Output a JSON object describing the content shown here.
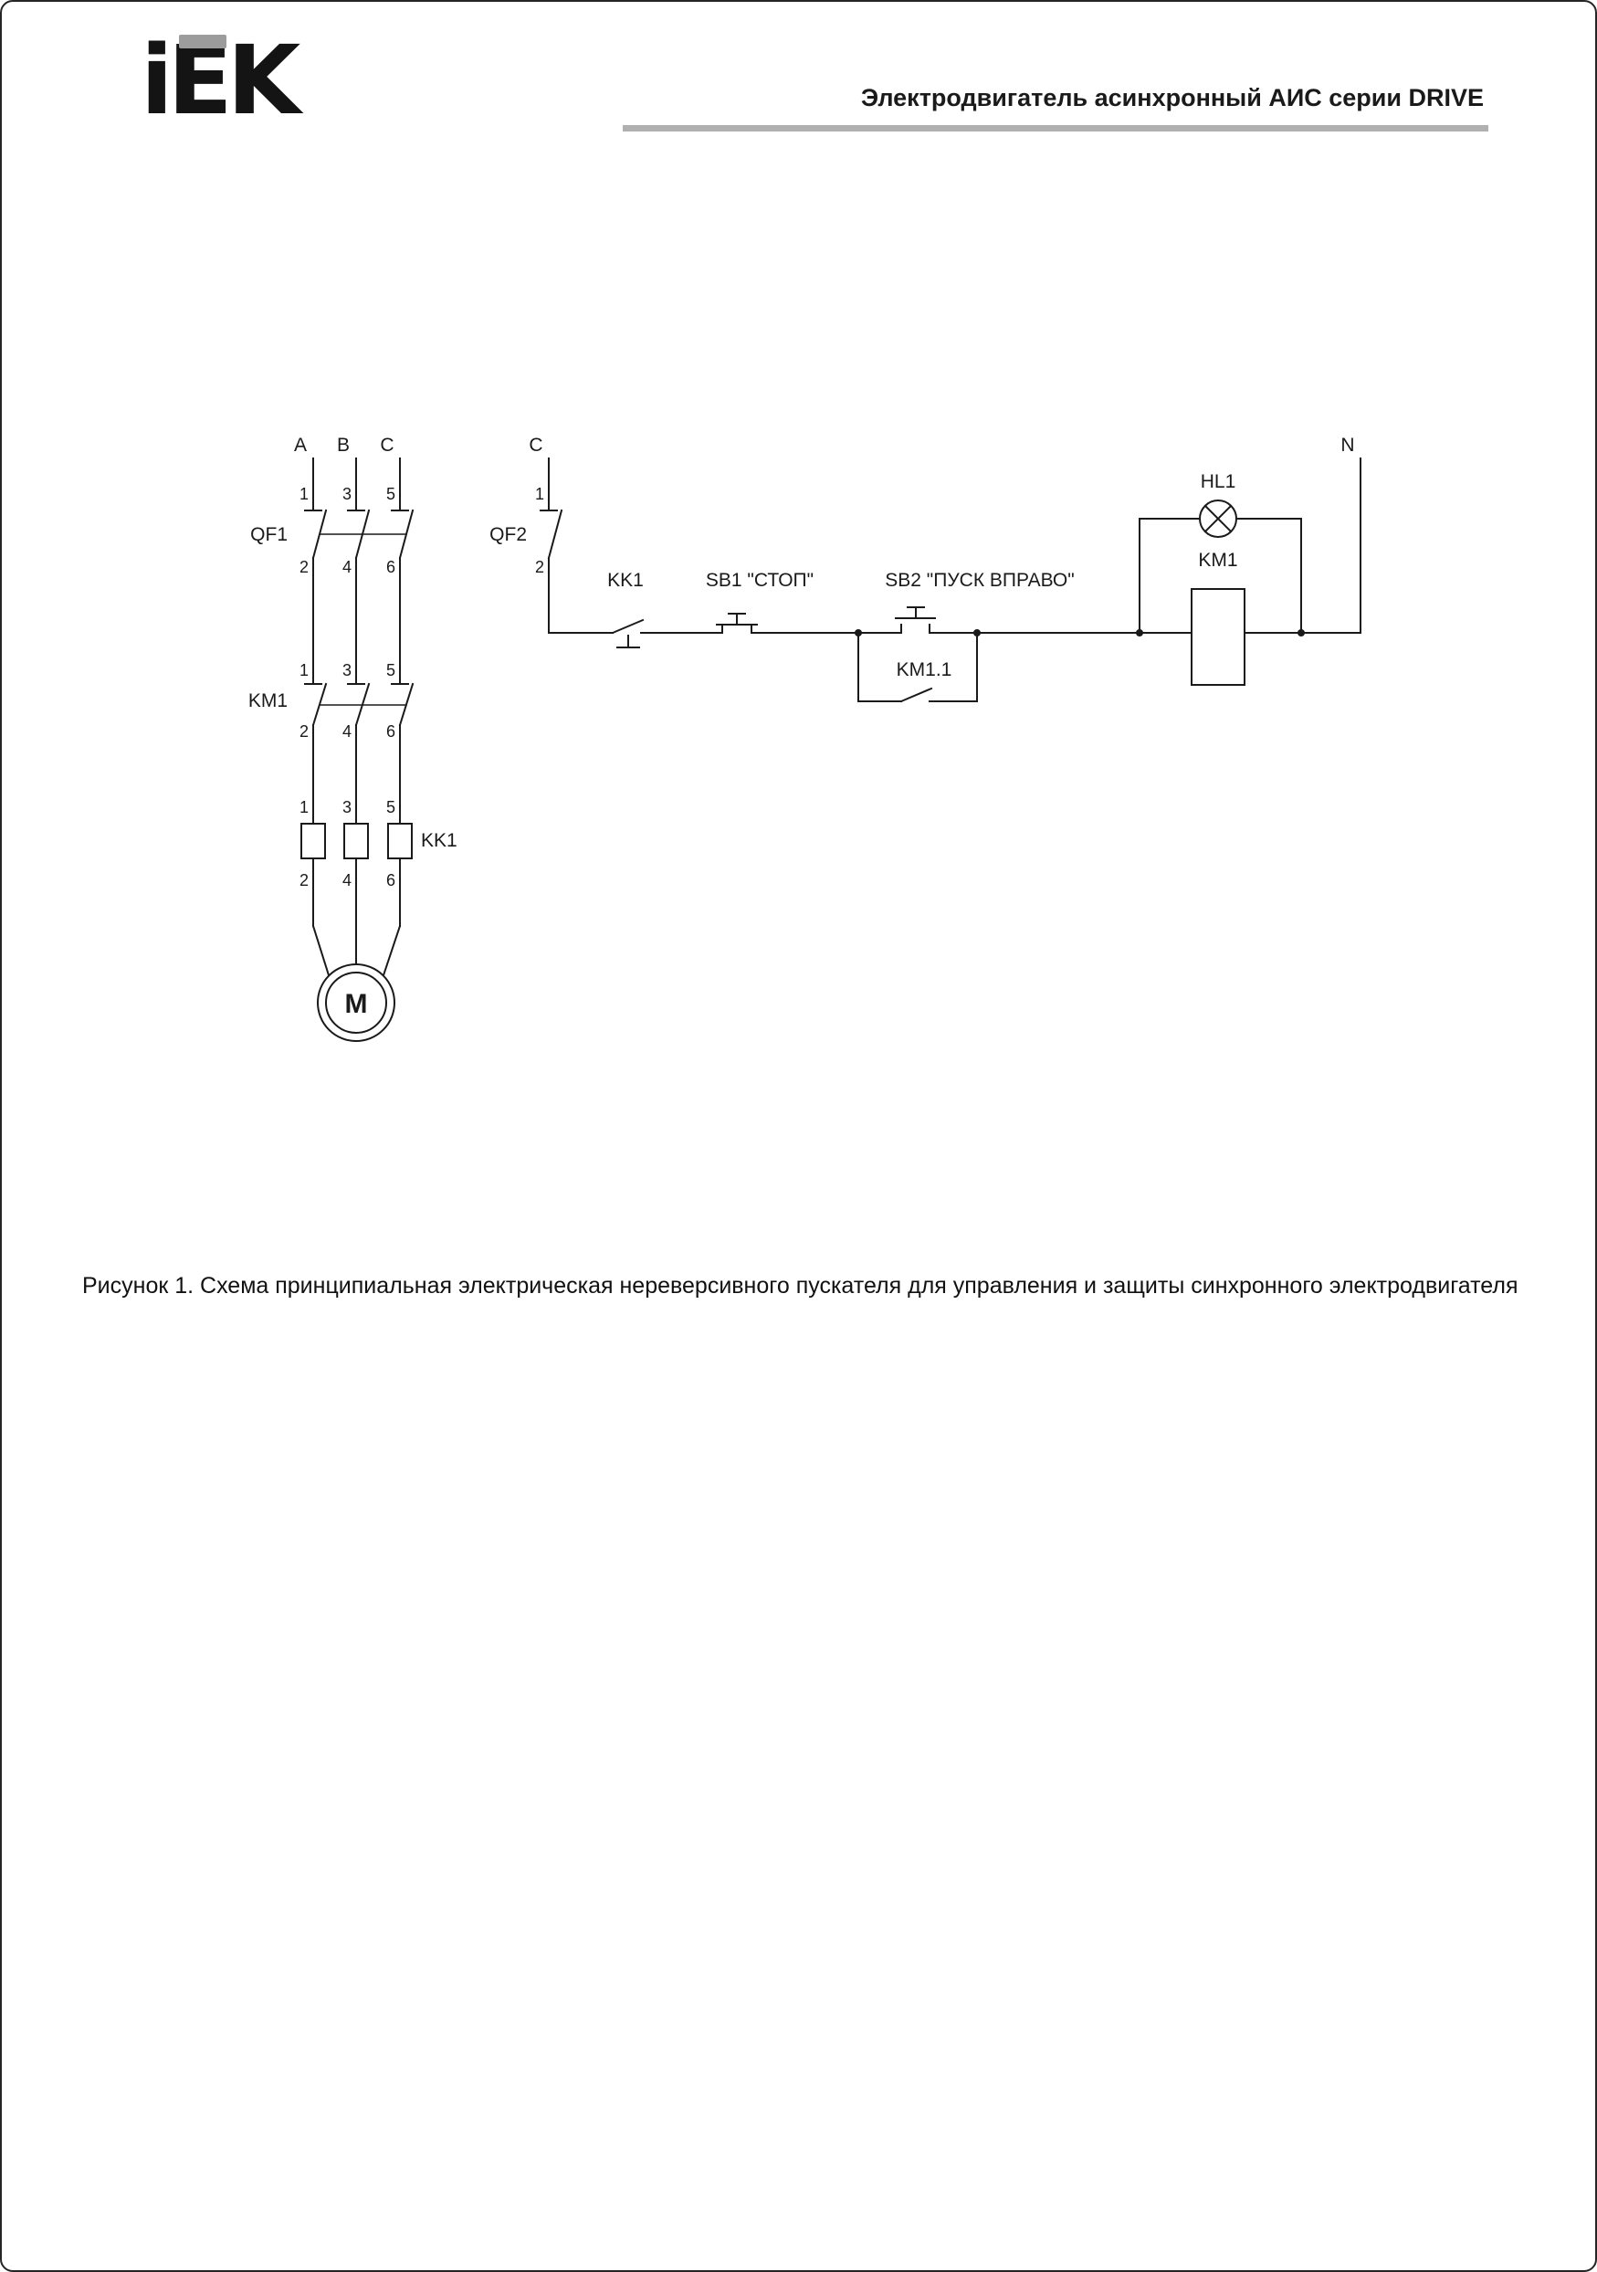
{
  "header": {
    "logo_text": "iEK",
    "title": "Электродвигатель асинхронный АИС серии DRIVE"
  },
  "diagram": {
    "phase_labels": [
      "A",
      "B",
      "C"
    ],
    "control_phase_label": "C",
    "neutral_label": "N",
    "terminals_odd": [
      "1",
      "3",
      "5"
    ],
    "terminals_even": [
      "2",
      "4",
      "6"
    ],
    "qf2_terminals": [
      "1",
      "2"
    ],
    "labels": {
      "qf1": "QF1",
      "qf2": "QF2",
      "km1_contacts": "KM1",
      "kk1_heaters": "KK1",
      "kk1_contact": "KK1",
      "sb1": "SB1 \"СТОП\"",
      "sb2": "SB2 \"ПУСК ВПРАВО\"",
      "km1_aux": "KM1.1",
      "hl1": "HL1",
      "km1_coil": "KM1",
      "motor": "M"
    }
  },
  "caption": "Рисунок 1. Схема принципиальная электрическая нереверсивного пускателя для управления и защиты синхронного электродвигателя"
}
